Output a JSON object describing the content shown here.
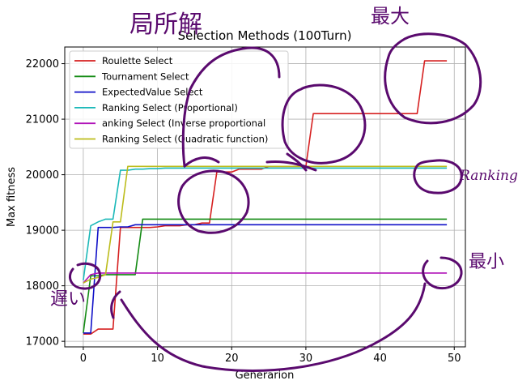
{
  "chart_data": {
    "type": "line",
    "title": "Selection Methods (100Turn)",
    "xlabel": "Generarion",
    "ylabel": "Max fitness",
    "xlim": [
      -2.5,
      51.5
    ],
    "ylim": [
      16900,
      22300
    ],
    "xticks": [
      0,
      10,
      20,
      30,
      40,
      50
    ],
    "yticks": [
      17000,
      18000,
      19000,
      20000,
      21000,
      22000
    ],
    "grid": true,
    "legend_position": "upper-left",
    "series": [
      {
        "name": "Roulette Select",
        "color": "#d62020",
        "x": [
          0,
          1,
          2,
          3,
          4,
          5,
          6,
          7,
          8,
          9,
          10,
          11,
          12,
          13,
          14,
          15,
          16,
          17,
          18,
          19,
          20,
          21,
          22,
          23,
          24,
          25,
          26,
          27,
          28,
          29,
          30,
          31,
          32,
          33,
          34,
          35,
          36,
          37,
          38,
          39,
          40,
          41,
          42,
          43,
          44,
          45,
          46,
          47,
          48,
          49
        ],
        "y": [
          17130,
          17130,
          17220,
          17220,
          17220,
          19050,
          19050,
          19050,
          19050,
          19050,
          19060,
          19080,
          19080,
          19080,
          19100,
          19100,
          19130,
          19130,
          20050,
          20050,
          20050,
          20100,
          20100,
          20100,
          20100,
          20150,
          20150,
          20150,
          20150,
          20150,
          20150,
          21100,
          21100,
          21100,
          21100,
          21100,
          21100,
          21100,
          21100,
          21100,
          21100,
          21100,
          21100,
          21100,
          21100,
          21100,
          22050,
          22050,
          22050,
          22050
        ]
      },
      {
        "name": "Tournament Select",
        "color": "#138a13",
        "x": [
          0,
          1,
          2,
          3,
          4,
          5,
          6,
          7,
          8,
          9,
          10,
          11,
          12,
          13,
          14,
          15,
          16,
          17,
          18,
          19,
          20,
          21,
          22,
          23,
          24,
          25,
          26,
          27,
          28,
          29,
          30,
          31,
          32,
          33,
          34,
          35,
          36,
          37,
          38,
          39,
          40,
          41,
          42,
          43,
          44,
          45,
          46,
          47,
          48,
          49
        ],
        "y": [
          17150,
          18180,
          18180,
          18200,
          18200,
          18200,
          18200,
          18200,
          19200,
          19200,
          19200,
          19200,
          19200,
          19200,
          19200,
          19200,
          19200,
          19200,
          19200,
          19200,
          19200,
          19200,
          19200,
          19200,
          19200,
          19200,
          19200,
          19200,
          19200,
          19200,
          19200,
          19200,
          19200,
          19200,
          19200,
          19200,
          19200,
          19200,
          19200,
          19200,
          19200,
          19200,
          19200,
          19200,
          19200,
          19200,
          19200,
          19200,
          19200,
          19200
        ]
      },
      {
        "name": "ExpectedValue Select",
        "color": "#1010c8",
        "x": [
          0,
          1,
          2,
          3,
          4,
          5,
          6,
          7,
          8,
          9,
          10,
          11,
          12,
          13,
          14,
          15,
          16,
          17,
          18,
          19,
          20,
          21,
          22,
          23,
          24,
          25,
          26,
          27,
          28,
          29,
          30,
          31,
          32,
          33,
          34,
          35,
          36,
          37,
          38,
          39,
          40,
          41,
          42,
          43,
          44,
          45,
          46,
          47,
          48,
          49
        ],
        "y": [
          17150,
          17150,
          19050,
          19050,
          19050,
          19060,
          19060,
          19100,
          19100,
          19100,
          19100,
          19100,
          19100,
          19100,
          19100,
          19100,
          19100,
          19100,
          19100,
          19100,
          19100,
          19100,
          19100,
          19100,
          19100,
          19100,
          19100,
          19100,
          19100,
          19100,
          19100,
          19100,
          19100,
          19100,
          19100,
          19100,
          19100,
          19100,
          19100,
          19100,
          19100,
          19100,
          19100,
          19100,
          19100,
          19100,
          19100,
          19100,
          19100,
          19100
        ]
      },
      {
        "name": "Ranking Select (Proportional)",
        "color": "#1ab8b8",
        "x": [
          0,
          1,
          2,
          3,
          4,
          5,
          6,
          7,
          8,
          9,
          10,
          11,
          12,
          13,
          14,
          15,
          16,
          17,
          18,
          19,
          20,
          21,
          22,
          23,
          24,
          25,
          26,
          27,
          28,
          29,
          30,
          31,
          32,
          33,
          34,
          35,
          36,
          37,
          38,
          39,
          40,
          41,
          42,
          43,
          44,
          45,
          46,
          47,
          48,
          49
        ],
        "y": [
          18100,
          19080,
          19150,
          19200,
          19200,
          20080,
          20080,
          20100,
          20100,
          20110,
          20110,
          20120,
          20120,
          20120,
          20120,
          20120,
          20120,
          20120,
          20120,
          20120,
          20120,
          20120,
          20120,
          20120,
          20120,
          20120,
          20120,
          20120,
          20120,
          20120,
          20120,
          20120,
          20120,
          20120,
          20120,
          20120,
          20120,
          20120,
          20120,
          20120,
          20120,
          20120,
          20120,
          20120,
          20120,
          20120,
          20120,
          20120,
          20120,
          20120
        ]
      },
      {
        "name": "anking Select (Inverse proportional",
        "color": "#b012b8",
        "x": [
          0,
          1,
          2,
          3,
          4,
          5,
          6,
          7,
          8,
          9,
          10,
          11,
          12,
          13,
          14,
          15,
          16,
          17,
          18,
          19,
          20,
          21,
          22,
          23,
          24,
          25,
          26,
          27,
          28,
          29,
          30,
          31,
          32,
          33,
          34,
          35,
          36,
          37,
          38,
          39,
          40,
          41,
          42,
          43,
          44,
          45,
          46,
          47,
          48,
          49
        ],
        "y": [
          18050,
          18200,
          18230,
          18230,
          18230,
          18230,
          18230,
          18230,
          18230,
          18230,
          18230,
          18230,
          18230,
          18230,
          18230,
          18230,
          18230,
          18230,
          18230,
          18230,
          18230,
          18230,
          18230,
          18230,
          18230,
          18230,
          18230,
          18230,
          18230,
          18230,
          18230,
          18230,
          18230,
          18230,
          18230,
          18230,
          18230,
          18230,
          18230,
          18230,
          18230,
          18230,
          18230,
          18230,
          18230,
          18230,
          18230,
          18230,
          18230,
          18230
        ]
      },
      {
        "name": "Ranking Select (Quadratic function)",
        "color": "#bcbc1a",
        "x": [
          0,
          1,
          2,
          3,
          4,
          5,
          6,
          7,
          8,
          9,
          10,
          11,
          12,
          13,
          14,
          15,
          16,
          17,
          18,
          19,
          20,
          21,
          22,
          23,
          24,
          25,
          26,
          27,
          28,
          29,
          30,
          31,
          32,
          33,
          34,
          35,
          36,
          37,
          38,
          39,
          40,
          41,
          42,
          43,
          44,
          45,
          46,
          47,
          48,
          49
        ],
        "y": [
          18050,
          18120,
          18150,
          18200,
          19150,
          19150,
          20150,
          20150,
          20150,
          20150,
          20150,
          20150,
          20150,
          20150,
          20150,
          20150,
          20150,
          20150,
          20150,
          20150,
          20150,
          20150,
          20150,
          20150,
          20150,
          20150,
          20150,
          20150,
          20150,
          20150,
          20150,
          20150,
          20150,
          20150,
          20150,
          20150,
          20150,
          20150,
          20150,
          20150,
          20150,
          20150,
          20150,
          20150,
          20150,
          20150,
          20150,
          20150,
          20150,
          20150
        ]
      }
    ],
    "legend": [
      "Roulette Select",
      "Tournament Select",
      "ExpectedValue Select",
      "Ranking Select (Proportional)",
      "anking Select (Inverse proportional",
      "Ranking Select (Quadratic function)"
    ]
  },
  "annotations": {
    "ink_color": "#5a0a6e",
    "local_optimum": "局所解",
    "maximum": "最大",
    "ranking_select": "Ranking Select",
    "minimum": "最小",
    "slow": "遅い"
  }
}
